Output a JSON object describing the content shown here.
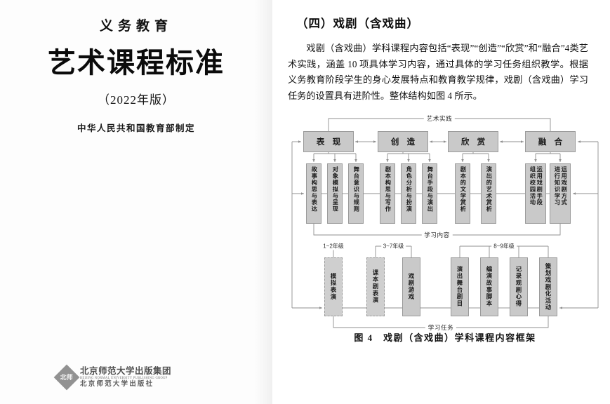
{
  "cover": {
    "supertitle": "义务教育",
    "title": "艺术课程标准",
    "edition": "（2022年版）",
    "issuer": "中华人民共和国教育部制定",
    "publisher": {
      "mark": "北师",
      "name_cn": "北京师范大学出版集团",
      "name_en": "BEIJING NORMAL UNIVERSITY PUBLISHING GROUP",
      "name_sub": "北京师范大学出版社"
    }
  },
  "content": {
    "heading": "（四）戏剧（含戏曲）",
    "paragraph": "戏剧（含戏曲）学科课程内容包括“表现”“创造”“欣赏”和“融合”4类艺术实践，涵盖 10 项具体学习内容，通过具体的学习任务组织教学。根据义务教育阶段学生的身心发展特点和教育教学规律，戏剧（含戏曲）学习任务的设置具有进阶性。整体结构如图 4 所示。",
    "figure_caption": "图 4　戏剧（含戏曲）学科课程内容框架"
  },
  "diagram": {
    "band_labels": {
      "practice": "艺术实践",
      "learning_content": "学习内容",
      "learning_tasks": "学习任务"
    },
    "categories": [
      {
        "id": "biaoxian",
        "label": "表 现"
      },
      {
        "id": "chuangzao",
        "label": "创 造"
      },
      {
        "id": "xinshang",
        "label": "欣 赏"
      },
      {
        "id": "ronghe",
        "label": "融 合"
      }
    ],
    "learning_contents": [
      {
        "parent": "表 现",
        "label": "故事构思与表达"
      },
      {
        "parent": "表 现",
        "label": "对象模拟与呈现"
      },
      {
        "parent": "表 现",
        "label": "舞台意识与规则"
      },
      {
        "parent": "创 造",
        "label": "剧本构思与写作"
      },
      {
        "parent": "创 造",
        "label": "角色分析与扮演"
      },
      {
        "parent": "创 造",
        "label": "舞台手段与演出"
      },
      {
        "parent": "欣 赏",
        "label": "剧本的文学赏析"
      },
      {
        "parent": "欣 赏",
        "label": "演出的艺术赏析"
      },
      {
        "parent": "融 合",
        "label": "运用戏剧手段\n组织校园活动"
      },
      {
        "parent": "融 合",
        "label": "运用戏剧方式\n进行知识学习"
      }
    ],
    "grade_groups": [
      {
        "label": "1~2年级",
        "tasks": [
          "模拟表演"
        ]
      },
      {
        "label": "3~7年级",
        "tasks": [
          "课本剧表演",
          "戏剧游戏"
        ]
      },
      {
        "label": "8~9年级",
        "tasks": [
          "演出舞台剧目",
          "编演故事脚本",
          "记录观剧心得",
          "策划戏剧化活动"
        ]
      }
    ],
    "tasks": [
      {
        "label": "模拟表演",
        "style": "dashed"
      },
      {
        "label": "课本剧表演",
        "style": "dashed"
      },
      {
        "label": "戏剧游戏",
        "style": "solid"
      },
      {
        "label": "演出舞台剧目",
        "style": "solid"
      },
      {
        "label": "编演故事脚本",
        "style": "solid"
      },
      {
        "label": "记录观剧心得",
        "style": "solid"
      },
      {
        "label": "策划戏剧化活动",
        "style": "solid"
      }
    ],
    "colors": {
      "node_fill": "#c9c9c9",
      "node_border": "#9a9a9a",
      "line": "#8f8f8f",
      "text": "#1a1a1a"
    }
  }
}
